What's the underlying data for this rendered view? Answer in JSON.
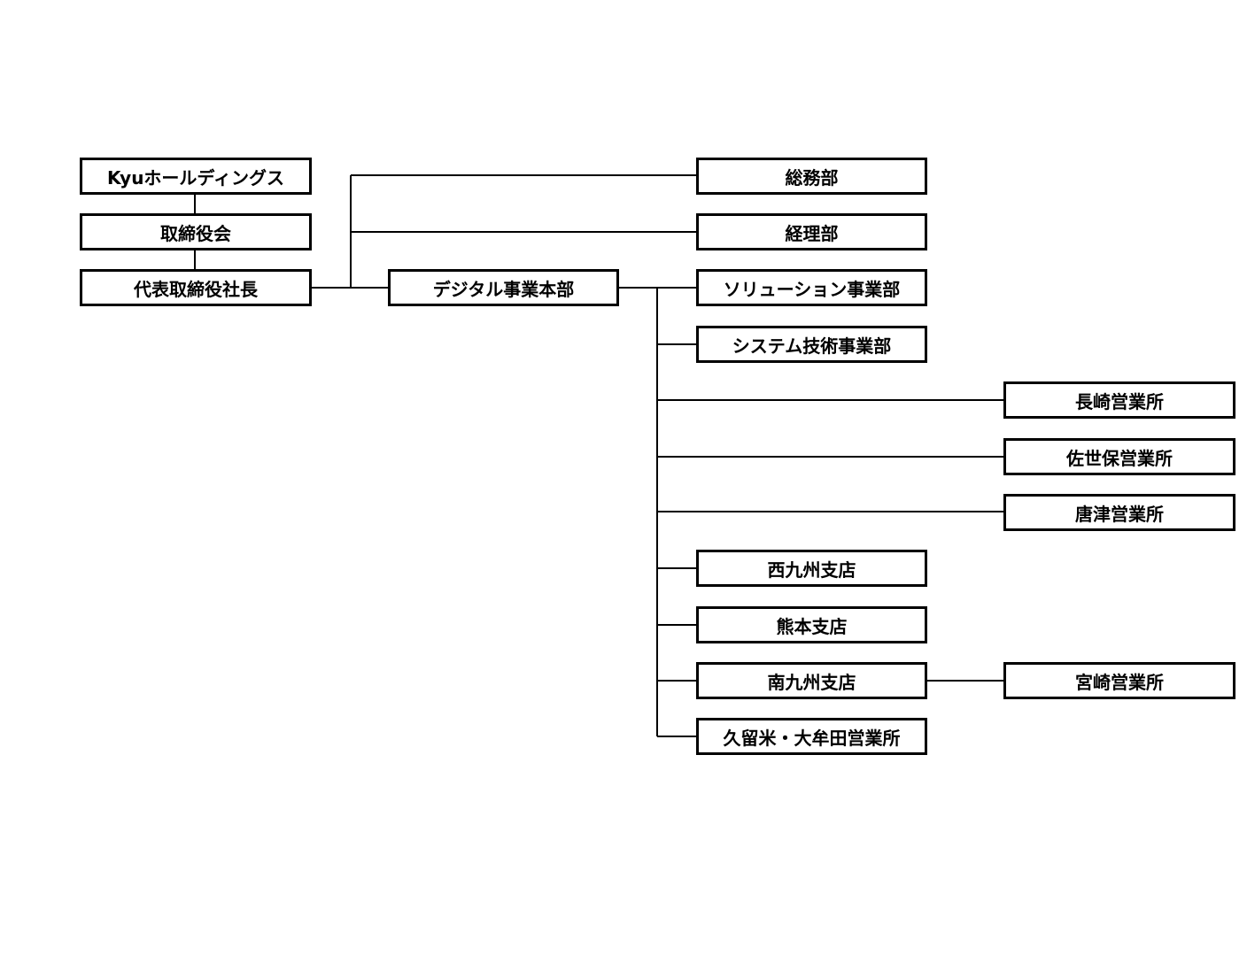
{
  "org_chart": {
    "holding": "Kyuホールディングス",
    "board": "取締役会",
    "president": "代表取締役社長",
    "general_affairs": "総務部",
    "accounting": "経理部",
    "digital_division": "デジタル事業本部",
    "solutions": "ソリューション事業部",
    "system_tech": "システム技術事業部",
    "nagasaki": "長崎営業所",
    "sasebo": "佐世保営業所",
    "karatsu": "唐津営業所",
    "nishikyushu": "西九州支店",
    "kumamoto": "熊本支店",
    "minamikyushu": "南九州支店",
    "miyazaki": "宮崎営業所",
    "kurume_omuta": "久留米・大牟田営業所"
  }
}
